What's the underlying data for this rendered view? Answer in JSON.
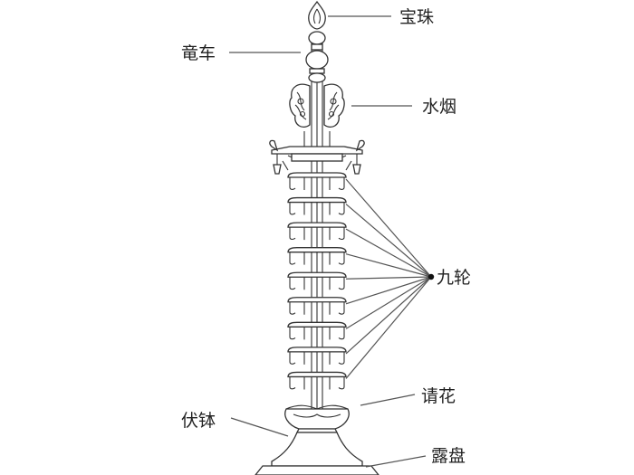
{
  "diagram": {
    "labels": {
      "baozhu": "宝珠",
      "longche": "竜车",
      "shuiyan": "水烟",
      "jiulun": "九轮",
      "qinghua": "请花",
      "fubo": "伏钵",
      "lupan": "露盘"
    },
    "ring_count": 9,
    "colors": {
      "line": "#333333",
      "background": "#ffffff",
      "text": "#222222"
    }
  }
}
